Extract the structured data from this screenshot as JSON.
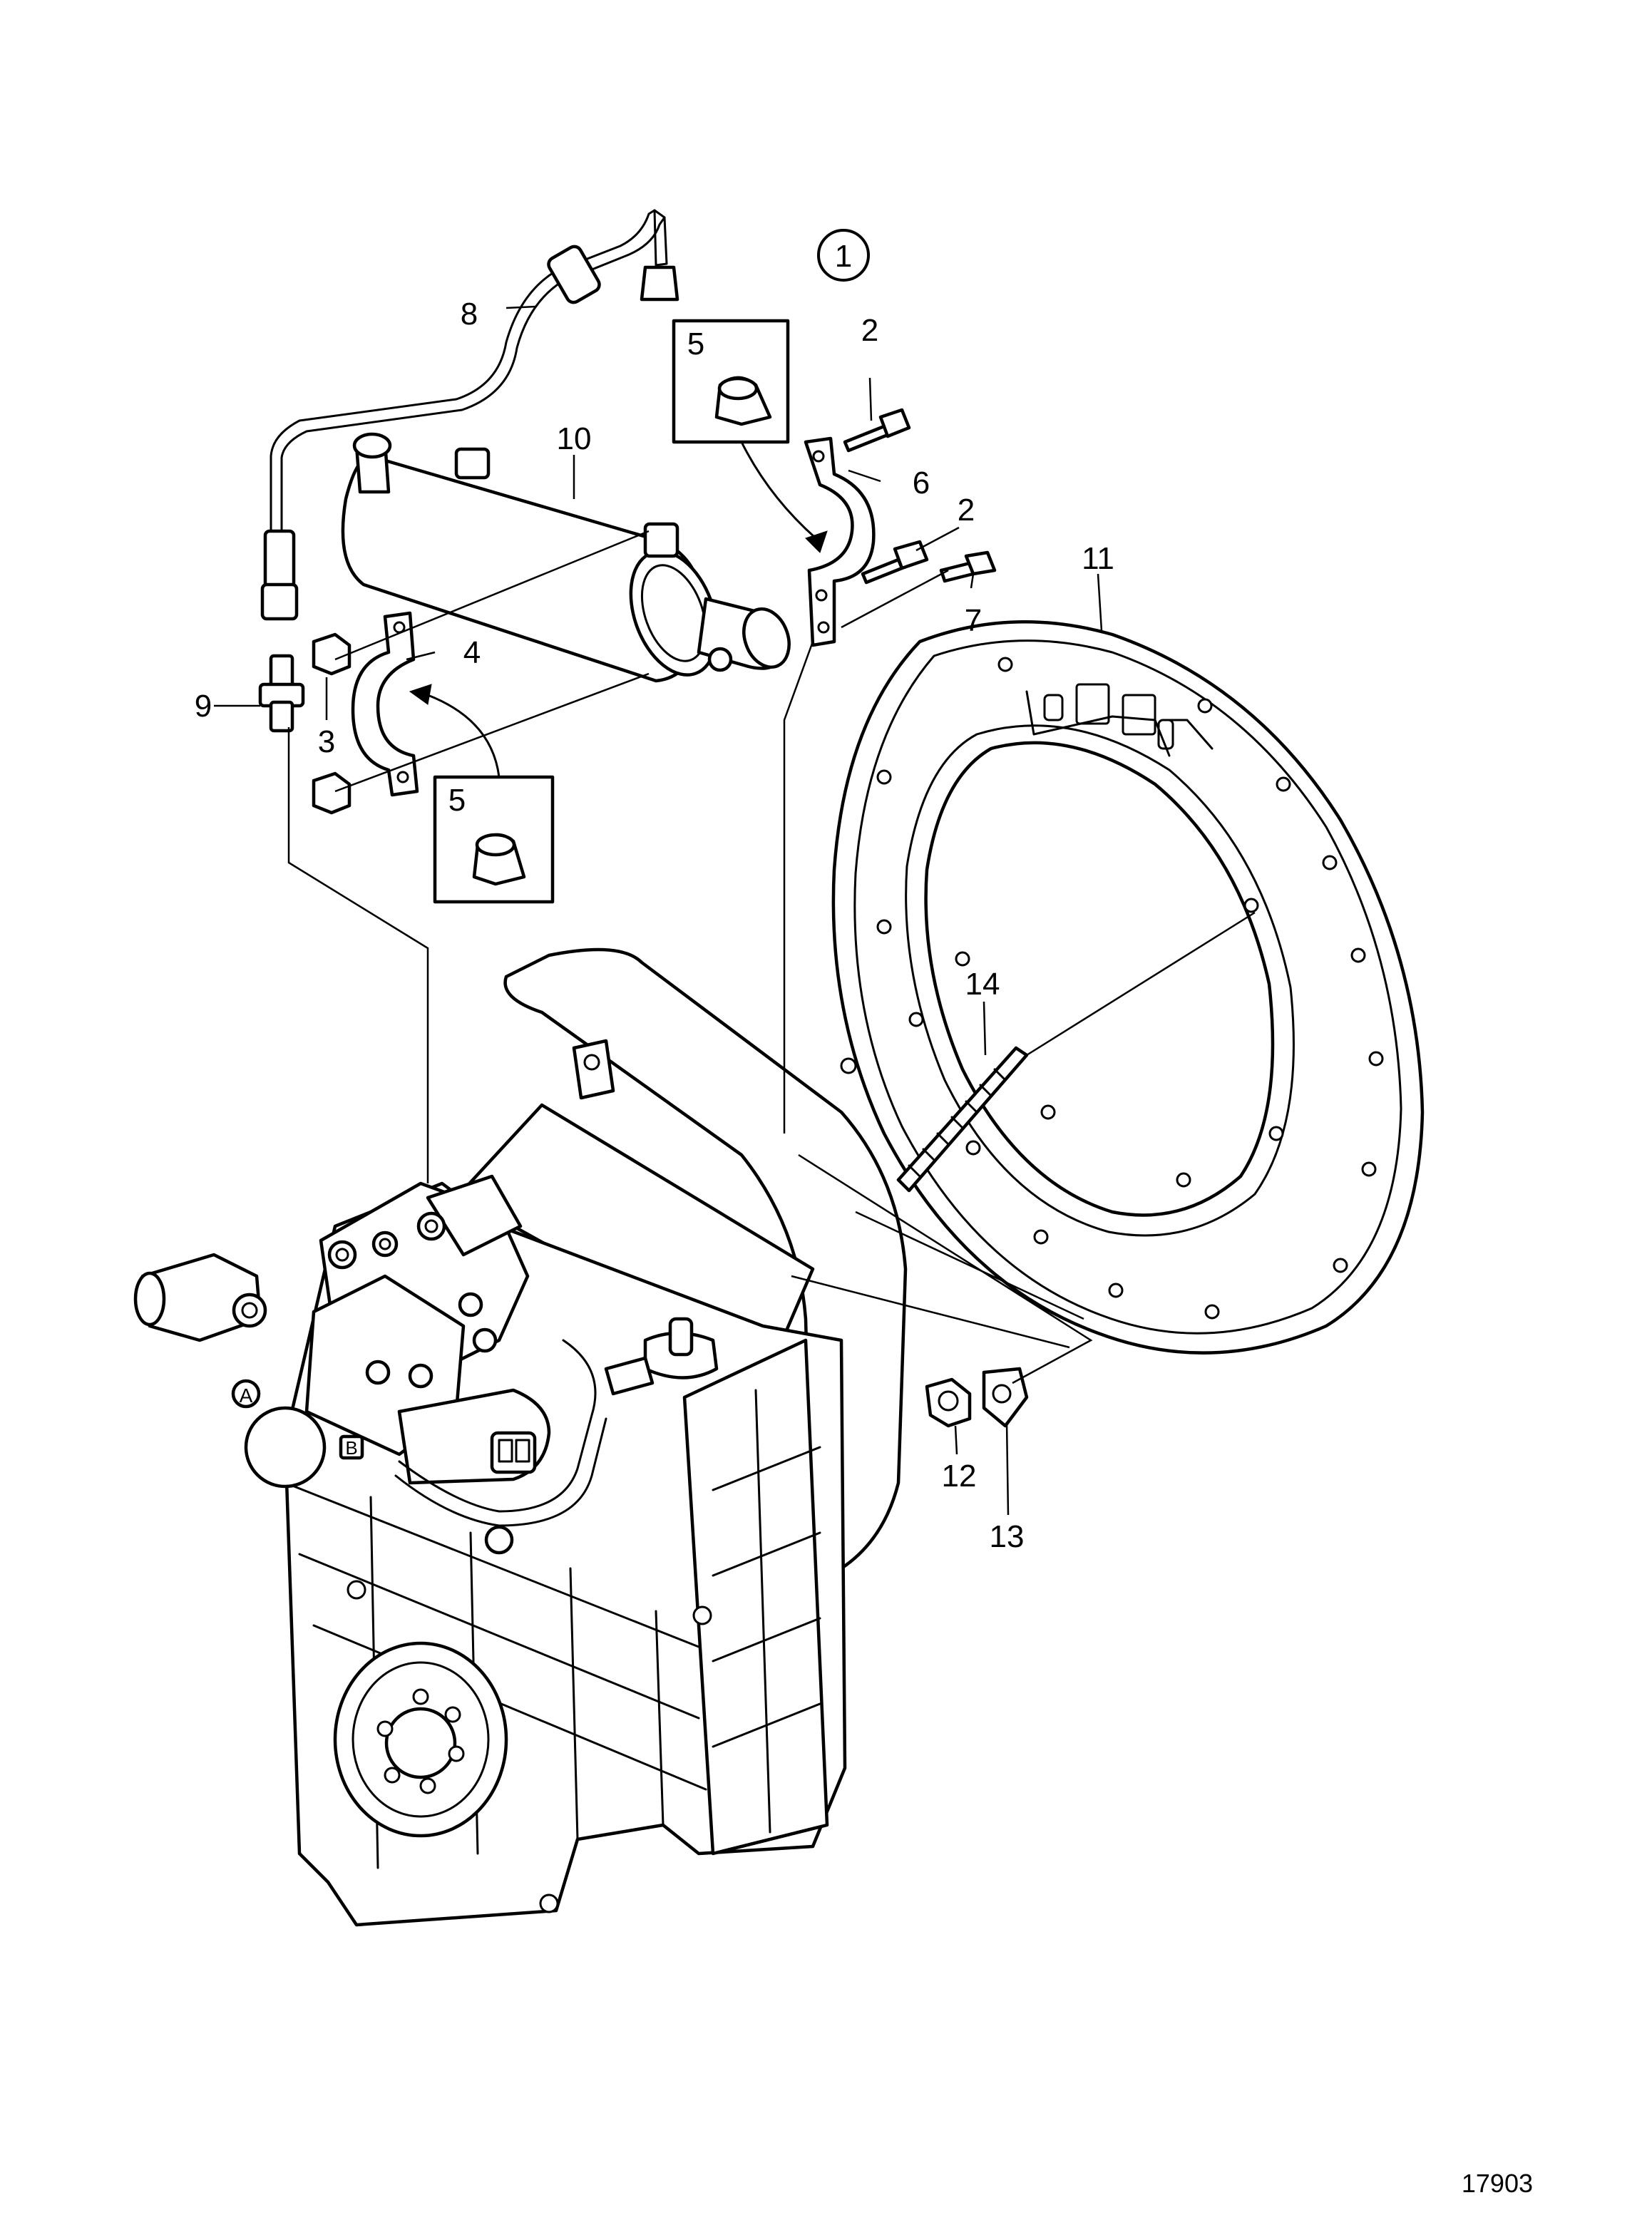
{
  "diagram": {
    "figure_number": "17903",
    "group_marker": "1",
    "callouts": [
      {
        "id": "c2a",
        "label": "2"
      },
      {
        "id": "c2b",
        "label": "2"
      },
      {
        "id": "c3",
        "label": "3"
      },
      {
        "id": "c4",
        "label": "4"
      },
      {
        "id": "c5a",
        "label": "5"
      },
      {
        "id": "c5b",
        "label": "5"
      },
      {
        "id": "c6",
        "label": "6"
      },
      {
        "id": "c7",
        "label": "7"
      },
      {
        "id": "c8",
        "label": "8"
      },
      {
        "id": "c9",
        "label": "9"
      },
      {
        "id": "c10",
        "label": "10"
      },
      {
        "id": "c11",
        "label": "11"
      },
      {
        "id": "c12",
        "label": "12"
      },
      {
        "id": "c13",
        "label": "13"
      },
      {
        "id": "c14",
        "label": "14"
      }
    ]
  }
}
